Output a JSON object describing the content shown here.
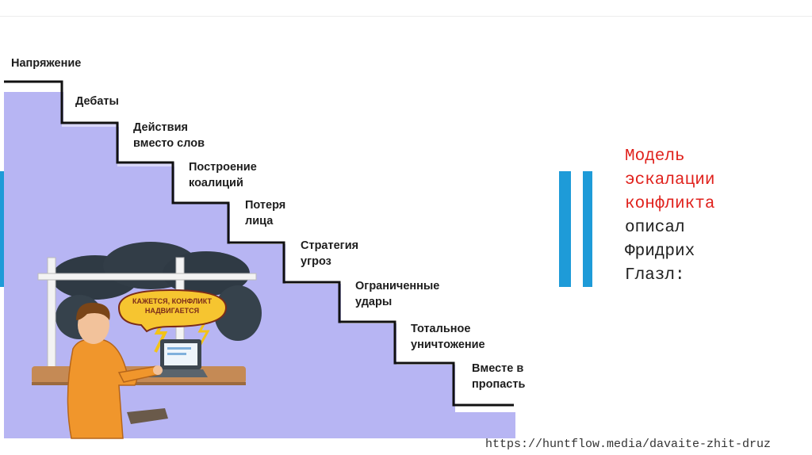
{
  "steps": [
    {
      "label": "Напряжение"
    },
    {
      "label": "Дебаты"
    },
    {
      "label": "Действия\nвместо слов"
    },
    {
      "label": "Построение\nкоалиций"
    },
    {
      "label": "Потеря\nлица"
    },
    {
      "label": "Стратегия\nугроз"
    },
    {
      "label": "Ограниченные\nудары"
    },
    {
      "label": "Тотальное\nуничтожение"
    },
    {
      "label": "Вместе в\nпропасть"
    }
  ],
  "illustration": {
    "bubble_text": "КАЖЕТСЯ, КОНФЛИКТ\nНАДВИГАЕТСЯ"
  },
  "description": {
    "red_lines": [
      "Модель",
      "эскалации",
      "конфликта"
    ],
    "black_lines": [
      "описал",
      "Фридрих",
      "Глазл:"
    ]
  },
  "source_url": "https://huntflow.media/davaite-zhit-druz",
  "colors": {
    "accent_blue": "#1e9bd8",
    "stair_fill": "#b7b5f3",
    "title_red": "#e0211c"
  }
}
